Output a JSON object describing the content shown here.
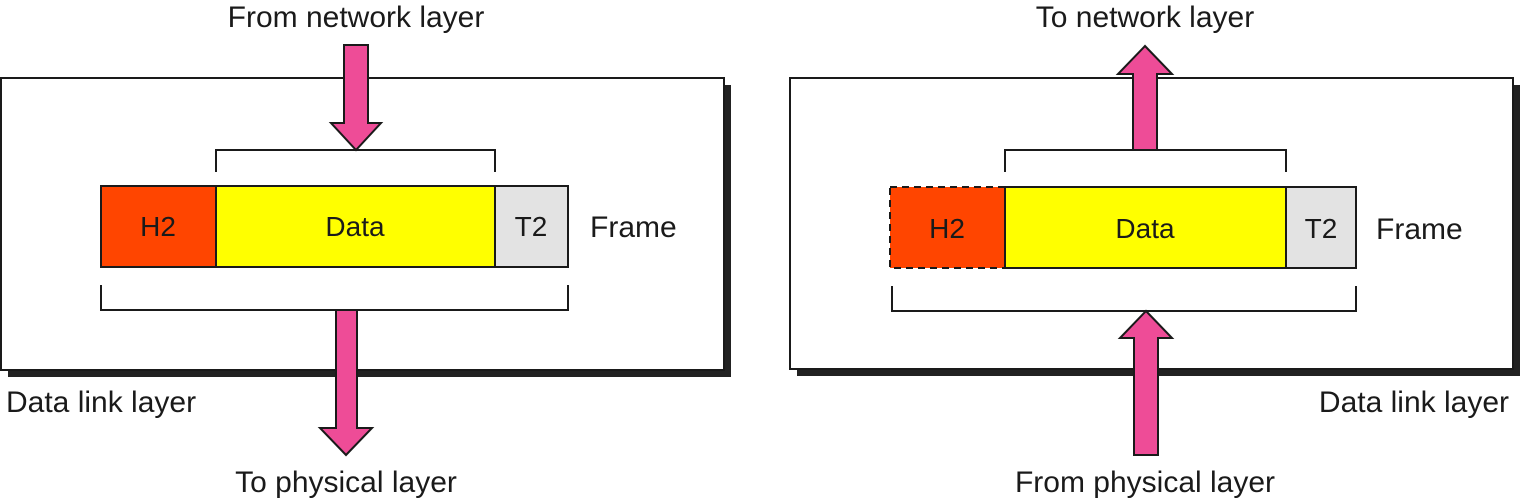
{
  "sender": {
    "input_label": "From network layer",
    "output_label": "To physical layer",
    "layer_label": "Data link layer",
    "frame_label": "Frame",
    "header": "H2",
    "data": "Data",
    "trailer": "T2"
  },
  "receiver": {
    "output_label": "To network layer",
    "input_label": "From physical layer",
    "layer_label": "Data link layer",
    "frame_label": "Frame",
    "header": "H2",
    "data": "Data",
    "trailer": "T2"
  },
  "colors": {
    "arrow": "#EE4C97",
    "header": "#FF4500",
    "data": "#FFFF00",
    "trailer": "#E3E3E3",
    "shadow": "#222222",
    "border": "#1a1a1a"
  }
}
